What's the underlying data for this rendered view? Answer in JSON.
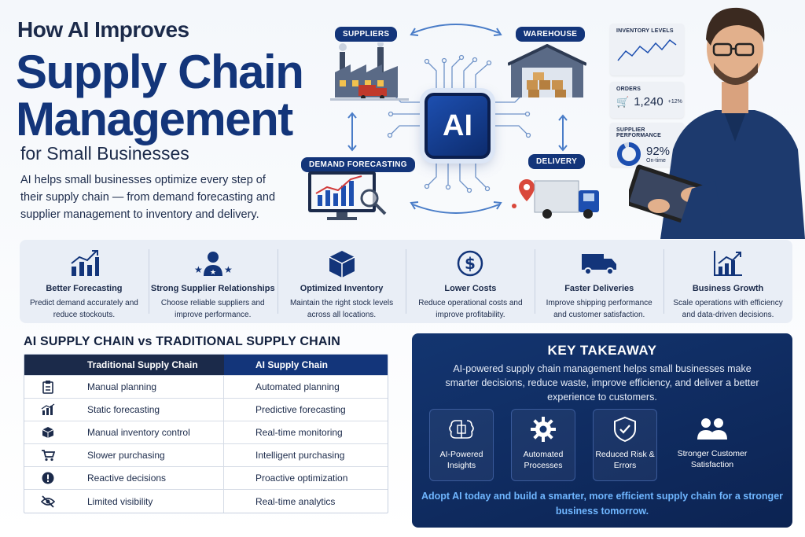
{
  "hero": {
    "kicker": "How AI Improves",
    "title_line1": "Supply Chain",
    "title_line2": "Management",
    "subtitle": "for Small Businesses",
    "intro": "AI helps small businesses optimize every step of their supply chain — from demand forecasting and supplier management to inventory and delivery."
  },
  "diagram": {
    "center": "AI",
    "nodes": {
      "suppliers": "SUPPLIERS",
      "warehouse": "WAREHOUSE",
      "demand": "DEMAND FORECASTING",
      "delivery": "DELIVERY"
    }
  },
  "metrics": {
    "inventory": {
      "title": "INVENTORY LEVELS"
    },
    "orders": {
      "title": "ORDERS",
      "value": "1,240",
      "delta": "+12%"
    },
    "supplier": {
      "title": "SUPPLIER PERFORMANCE",
      "value": "92%",
      "note": "On-time",
      "fraction": 0.92
    }
  },
  "benefits": [
    {
      "icon": "bar-chart-up-icon",
      "title": "Better Forecasting",
      "desc": "Predict demand accurately and reduce stockouts."
    },
    {
      "icon": "person-stars-icon",
      "title": "Strong Supplier Relationships",
      "desc": "Choose reliable suppliers and improve performance."
    },
    {
      "icon": "box-icon",
      "title": "Optimized Inventory",
      "desc": "Maintain the right stock levels across all locations."
    },
    {
      "icon": "dollar-coin-icon",
      "title": "Lower Costs",
      "desc": "Reduce operational costs and improve profitability."
    },
    {
      "icon": "truck-icon",
      "title": "Faster Deliveries",
      "desc": "Improve shipping performance and customer satisfaction."
    },
    {
      "icon": "growth-chart-icon",
      "title": "Business Growth",
      "desc": "Scale operations with efficiency and data-driven decisions."
    }
  ],
  "comparison": {
    "title": "AI SUPPLY CHAIN vs TRADITIONAL SUPPLY CHAIN",
    "headers": {
      "traditional": "Traditional Supply Chain",
      "ai": "AI Supply Chain"
    },
    "rows": [
      {
        "icon": "clipboard-icon",
        "traditional": "Manual planning",
        "ai": "Automated planning"
      },
      {
        "icon": "bar-chart-icon",
        "traditional": "Static forecasting",
        "ai": "Predictive forecasting"
      },
      {
        "icon": "cube-icon",
        "traditional": "Manual inventory control",
        "ai": "Real-time monitoring"
      },
      {
        "icon": "cart-icon",
        "traditional": "Slower purchasing",
        "ai": "Intelligent purchasing"
      },
      {
        "icon": "alert-icon",
        "traditional": "Reactive decisions",
        "ai": "Proactive optimization"
      },
      {
        "icon": "eye-off-icon",
        "traditional": "Limited visibility",
        "ai": "Real-time analytics"
      }
    ]
  },
  "takeaway": {
    "title": "KEY TAKEAWAY",
    "body": "AI-powered supply chain management helps small businesses make smarter decisions, reduce waste, improve efficiency, and deliver a better experience to customers.",
    "cards": [
      {
        "icon": "brain-chip-icon",
        "label": "AI-Powered Insights"
      },
      {
        "icon": "gear-icon",
        "label": "Automated Processes"
      },
      {
        "icon": "shield-check-icon",
        "label": "Reduced Risk & Errors"
      },
      {
        "icon": "users-icon",
        "label": "Stronger Customer Satisfaction"
      }
    ],
    "cta": "Adopt AI today and build a smarter, more efficient supply chain for a stronger business tomorrow."
  },
  "colors": {
    "navy": "#13357a",
    "dark": "#1b2a4a",
    "accent": "#6fb6ff",
    "panel": "#e9eef6"
  }
}
